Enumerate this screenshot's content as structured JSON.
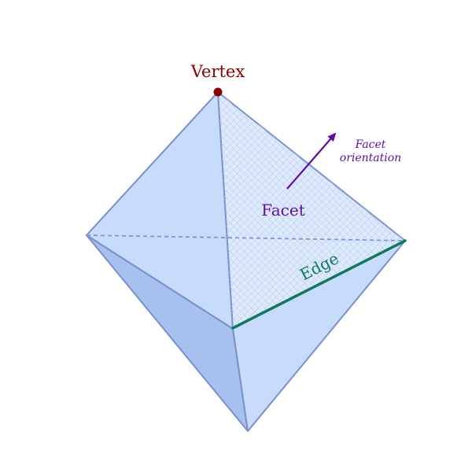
{
  "labels": {
    "vertex": "Vertex",
    "facet": "Facet",
    "edge": "Edge",
    "orientation_line1": "Facet",
    "orientation_line2": "orientation"
  },
  "colors": {
    "face_light": "#c7dbfa",
    "face_dark": "#a6c1ee",
    "highlight_facet": "#deeafc",
    "outline": "#7a8fce",
    "hidden_edge": "#8294d6",
    "vertex": "#8b0000",
    "edge": "#0b7a5e",
    "orientation_arrow": "#5a0fa8",
    "facet_label": "#5a0fa8"
  }
}
